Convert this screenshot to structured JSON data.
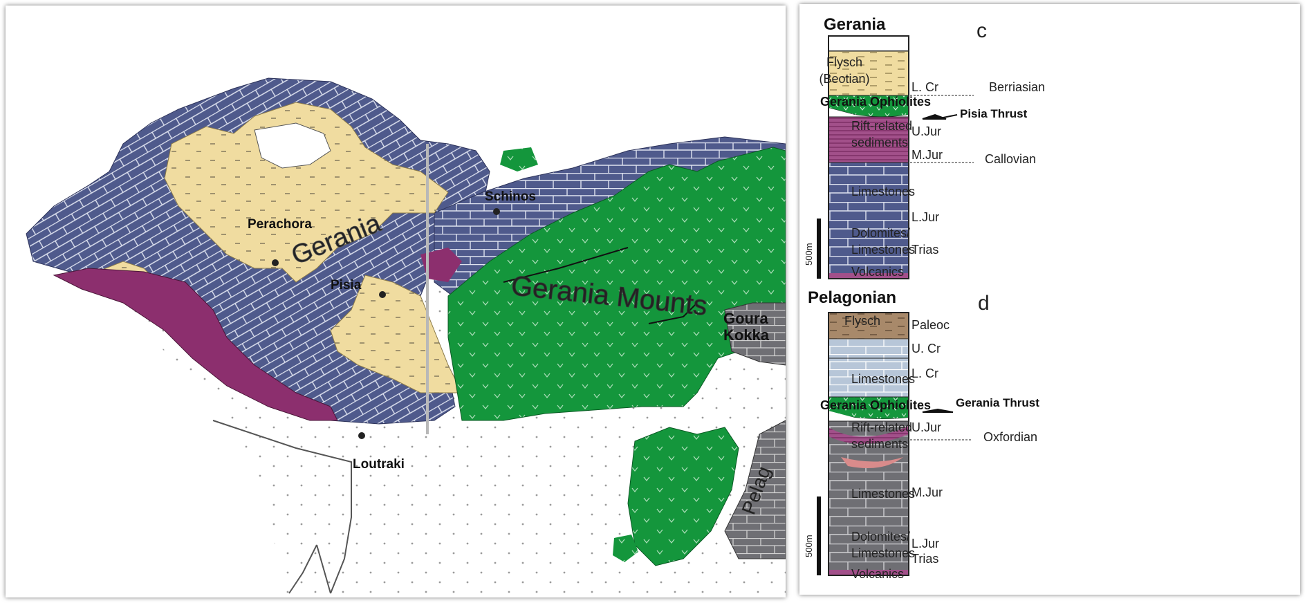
{
  "map": {
    "places": [
      "Perachora",
      "Pisia",
      "Schinos",
      "Loutraki"
    ],
    "mount_label": "Gerania Mounts",
    "gerania_label": "Gerania",
    "goura_label": [
      "Goura",
      "Kokka"
    ],
    "pelag_label": "Pelag"
  },
  "column_c": {
    "title": "Gerania",
    "letter": "c",
    "lithology": [
      "Flysch",
      "(Beotian)",
      "Gerania Ophiolites",
      "Rift-related",
      "sediments",
      "Limestones",
      "Dolomites/",
      "Limestones",
      "Volcanics"
    ],
    "ages": [
      "L. Cr",
      "U.Jur",
      "M.Jur",
      "L.Jur",
      "Trias"
    ],
    "stages": [
      "Berriasian",
      "Callovian"
    ],
    "thrust": "Pisia Thrust",
    "scale": "500m"
  },
  "column_d": {
    "title": "Pelagonian",
    "letter": "d",
    "lithology": [
      "Flysch",
      "Limestones",
      "Gerania Ophiolites",
      "Rift-related",
      "sediments",
      "Limestones",
      "Dolomites/",
      "Limestones",
      "Volcanics"
    ],
    "ages": [
      "Paleoc",
      "U. Cr",
      "L. Cr",
      "U.Jur",
      "M.Jur",
      "L.Jur",
      "Trias"
    ],
    "stages": [
      "Oxfordian"
    ],
    "thrust": "Gerania Thrust",
    "scale": "500m"
  },
  "colors": {
    "limestone_blue": "#4f5a8c",
    "flysch_tan": "#f0dca0",
    "ophiolite_green": "#14963c",
    "rift_purple": "#8c2f6e",
    "pelagonian_grey": "#6f6f74",
    "light_blue": "#b7c6d8",
    "paleoc_brown": "#a8896a"
  }
}
